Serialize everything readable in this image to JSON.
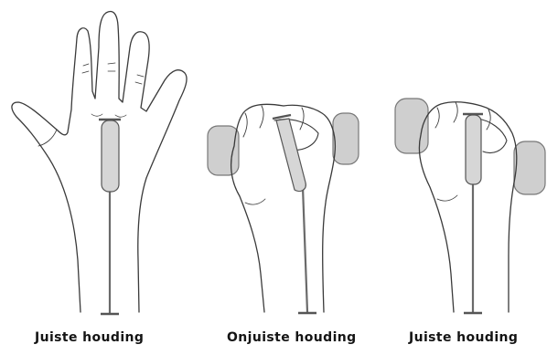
{
  "figure": {
    "panels": [
      {
        "caption": "Juiste houding"
      },
      {
        "caption": "Onjuiste houding"
      },
      {
        "caption": "Juiste houding"
      }
    ]
  },
  "colors": {
    "outline": "#3a3a3a",
    "pad_fill": "#cfcfcf",
    "pad_stroke": "#777777",
    "splint": "#6a6a6a",
    "caption": "#141414"
  }
}
